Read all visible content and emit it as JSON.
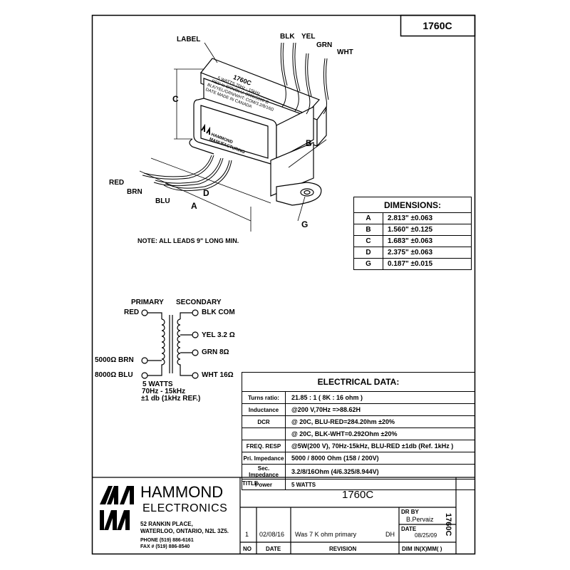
{
  "part_number": "1760C",
  "drawing": {
    "label_callout": "LABEL",
    "lead_top": [
      "BLK",
      "YEL",
      "GRN",
      "WHT"
    ],
    "lead_bottom": [
      "RED",
      "BRN",
      "BLU"
    ],
    "dim_letters": {
      "a": "A",
      "b": "B",
      "c": "C",
      "d": "D",
      "g": "G"
    },
    "label_text": [
      "1760C",
      "5 WATTS",
      "70Hz - 15kHz",
      "RED to BRN/BLU: 8000/5000 Ω",
      "BLK/YEL/GRN/WHT: COM/3.2/8/16Ω",
      "DATE",
      "MADE IN CANADA"
    ],
    "front_logo_text": [
      "HAMMOND",
      "MANUFACTURING"
    ],
    "note": "NOTE: ALL LEADS 9\" LONG MIN."
  },
  "dimensions": {
    "title": "DIMENSIONS:",
    "rows": [
      {
        "id": "A",
        "value": "2.813\"  ±0.063"
      },
      {
        "id": "B",
        "value": "1.560\"  ±0.125"
      },
      {
        "id": "C",
        "value": "1.683\"  ±0.063"
      },
      {
        "id": "D",
        "value": "2.375\"  ±0.063"
      },
      {
        "id": "G",
        "value": "0.187\"  ±0.015"
      }
    ]
  },
  "schematic": {
    "primary_label": "PRIMARY",
    "secondary_label": "SECONDARY",
    "red": "RED",
    "brn": "5000Ω  BRN",
    "blu": "8000Ω  BLU",
    "blk": "BLK  COM",
    "yel": "YEL  3.2 Ω",
    "grn": "GRN    8Ω",
    "wht": "WHT  16Ω",
    "spec_lines": [
      "5 WATTS",
      "70Hz - 15kHz",
      "±1 db (1kHz REF.)"
    ]
  },
  "electrical": {
    "title": "ELECTRICAL DATA:",
    "rows": [
      {
        "label": "Turns ratio:",
        "value": "21.85 : 1  ( 8K : 16 ohm )"
      },
      {
        "label": "Inductance",
        "value": "@200 V,70Hz =>88.62H"
      },
      {
        "label": "DCR",
        "value": "@ 20C, BLU-RED=284.20hm ±20%"
      },
      {
        "label": "",
        "value": "@ 20C, BLK-WHT=0.292Ohm ±20%"
      },
      {
        "label": "FREQ. RESP",
        "value": "@5W(200 V), 70Hz-15kHz, BLU-RED ±1db  (Ref. 1kHz )"
      },
      {
        "label": "Pri. Impedance",
        "value": "5000 / 8000 Ohm (158  / 200V)"
      },
      {
        "label": "Sec. Impedance",
        "value": "3.2/8/16Ohm (4/6.325/8.944V)"
      },
      {
        "label": "Power",
        "value": "5 WATTS"
      }
    ]
  },
  "company": {
    "name1": "HAMMOND",
    "name2": "ELECTRONICS",
    "address": [
      "52 RANKIN PLACE,",
      "WATERLOO, ONTARIO, N2L 3Z5."
    ],
    "phone": "PHONE (519) 886-6161",
    "fax": "FAX # (519) 886-8540"
  },
  "title_block": {
    "title_label": "TITLE",
    "title_value": "1760C",
    "side_number": "1760C",
    "dr_by_label": "DR BY",
    "dr_by_value": "B.Pervaiz",
    "date_label": "DATE",
    "date_value": "08/25/09",
    "dim_label": "DIM IN(X)MM( )",
    "rev": {
      "no": "1",
      "date": "02/08/16",
      "revision": "Was 7 K ohm primary",
      "by": "DH"
    },
    "headers": {
      "no": "NO",
      "date": "DATE",
      "revision": "REVISION"
    }
  }
}
